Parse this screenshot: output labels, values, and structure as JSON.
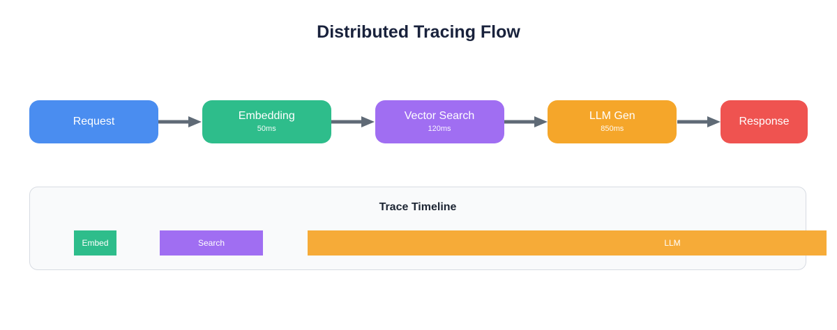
{
  "title": "Distributed Tracing Flow",
  "flow": {
    "nodes": [
      {
        "label": "Request",
        "sublabel": "",
        "color": "#4a8df0"
      },
      {
        "label": "Embedding",
        "sublabel": "50ms",
        "color": "#2ebd8b"
      },
      {
        "label": "Vector Search",
        "sublabel": "120ms",
        "color": "#a06ef2"
      },
      {
        "label": "LLM Gen",
        "sublabel": "850ms",
        "color": "#f5a62a"
      },
      {
        "label": "Response",
        "sublabel": "",
        "color": "#ef5350"
      }
    ],
    "arrow_color": "#5f6a76"
  },
  "timeline": {
    "title": "Trace Timeline",
    "bars": [
      {
        "label": "Embed",
        "color": "#2ebd8b"
      },
      {
        "label": "Search",
        "color": "#a06ef2"
      },
      {
        "label": "LLM",
        "color": "#f6ab38"
      }
    ]
  }
}
